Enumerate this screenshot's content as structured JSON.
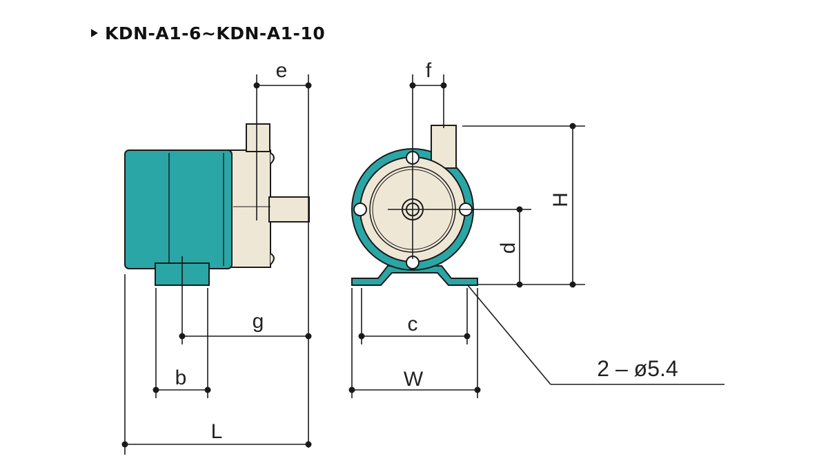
{
  "header": {
    "model_range": "KDN-A1-6~KDN-A1-10"
  },
  "dimensions": {
    "e": "e",
    "f": "f",
    "H": "H",
    "d": "d",
    "g": "g",
    "c": "c",
    "b": "b",
    "W": "W",
    "L": "L"
  },
  "callout": {
    "hole_note": "2 – ø5.4"
  },
  "colors": {
    "motor": "#2aa6a6",
    "pump": "#efe7d6",
    "outline": "#1a1a1a"
  }
}
